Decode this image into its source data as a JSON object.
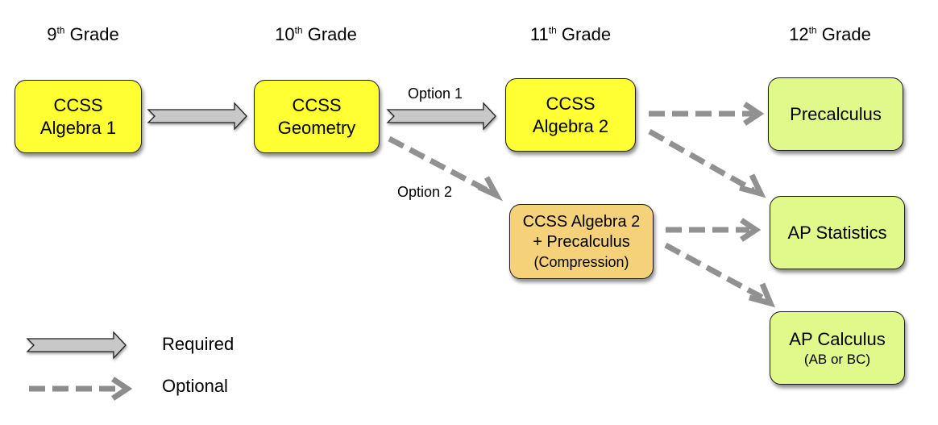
{
  "grades": [
    {
      "num": "9",
      "sup": "th",
      "label": "Grade"
    },
    {
      "num": "10",
      "sup": "th",
      "label": "Grade"
    },
    {
      "num": "11",
      "sup": "th",
      "label": "Grade"
    },
    {
      "num": "12",
      "sup": "th",
      "label": "Grade"
    }
  ],
  "courses": {
    "algebra1": {
      "line1": "CCSS",
      "line2": "Algebra 1",
      "color": "#ffff33"
    },
    "geometry": {
      "line1": "CCSS",
      "line2": "Geometry",
      "color": "#ffff33"
    },
    "algebra2": {
      "line1": "CCSS",
      "line2": "Algebra 2",
      "color": "#ffff33"
    },
    "compression": {
      "line1": "CCSS Algebra 2",
      "line2": "+ Precalculus",
      "line3": "(Compression)",
      "color": "#f5d27a"
    },
    "precalculus": {
      "line1": "Precalculus",
      "color": "#e1f98a"
    },
    "ap_statistics": {
      "line1": "AP Statistics",
      "color": "#e1f98a"
    },
    "ap_calculus": {
      "line1": "AP Calculus",
      "line2": "(AB or BC)",
      "color": "#e1f98a"
    }
  },
  "paths": {
    "option1": "Option 1",
    "option2": "Option 2"
  },
  "connections": [
    {
      "from": "algebra1",
      "to": "geometry",
      "type": "required"
    },
    {
      "from": "geometry",
      "to": "algebra2",
      "type": "required",
      "label": "Option 1"
    },
    {
      "from": "geometry",
      "to": "compression",
      "type": "optional",
      "label": "Option 2"
    },
    {
      "from": "algebra2",
      "to": "precalculus",
      "type": "optional"
    },
    {
      "from": "algebra2",
      "to": "ap_statistics",
      "type": "optional"
    },
    {
      "from": "compression",
      "to": "ap_statistics",
      "type": "optional"
    },
    {
      "from": "compression",
      "to": "ap_calculus",
      "type": "optional"
    }
  ],
  "legend": {
    "required": "Required",
    "optional": "Optional"
  },
  "colors": {
    "required_arrow_fill": "#c8c8c8",
    "optional_arrow": "#8c8c8c"
  }
}
